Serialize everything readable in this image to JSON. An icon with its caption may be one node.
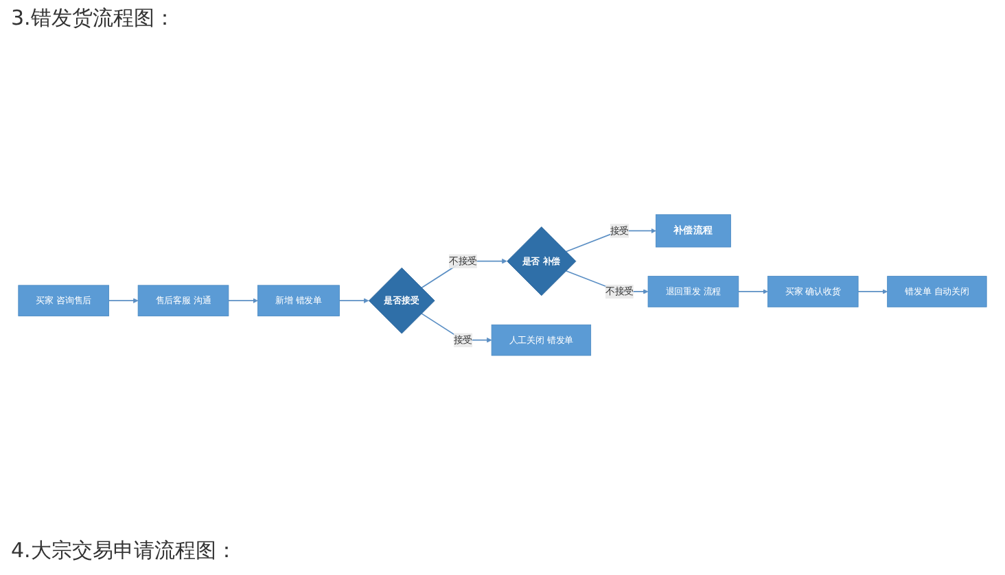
{
  "diagram": {
    "title": "3.错发货流程图：",
    "nodes": [
      {
        "text": [
          "买家 咨询售后"
        ]
      },
      {
        "text": [
          "售后客服 沟通"
        ]
      },
      {
        "text": [
          "新增 错发单"
        ]
      },
      {
        "text": [
          "是否接受"
        ]
      },
      {
        "text": [
          "是否 补偿"
        ]
      },
      {
        "text": [
          "补偿流程"
        ]
      },
      {
        "text": [
          "人工关闭 错发单"
        ]
      },
      {
        "text": [
          "退回重发 流程"
        ]
      },
      {
        "text": [
          "买家 确认收货"
        ]
      },
      {
        "text": [
          "错发单 自动关闭"
        ]
      }
    ],
    "edges": [
      {
        "from": 0,
        "to": 1,
        "arrow": "to"
      },
      {
        "from": 1,
        "to": 2,
        "arrow": "to"
      },
      {
        "from": 2,
        "to": 3,
        "arrow": "to"
      },
      {
        "from": 3,
        "to": 4,
        "label": "不接受",
        "arrow": "to"
      },
      {
        "from": 4,
        "to": 5,
        "label": "接受",
        "arrow": "to"
      },
      {
        "from": 3,
        "to": 6,
        "label": "接受",
        "arrow": "to"
      },
      {
        "from": 4,
        "to": 7,
        "label": "不接受",
        "arrow": "to"
      },
      {
        "from": 7,
        "to": 8,
        "arrow": "to"
      },
      {
        "from": 8,
        "to": 9,
        "arrow": "to"
      }
    ],
    "labels": [
      "4.大宗交易申请流程图："
    ]
  }
}
